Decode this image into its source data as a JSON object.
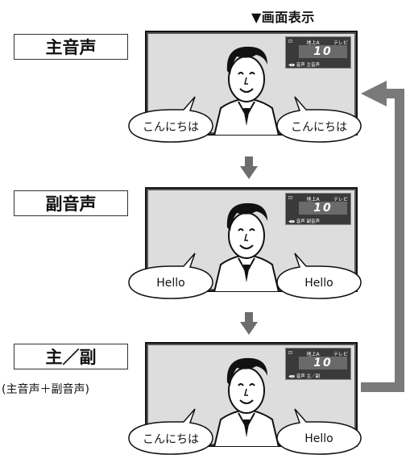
{
  "header": "▼画面表示",
  "modes": [
    {
      "label": "主音声",
      "osd_top": "地上A",
      "osd_kind": "テレビ",
      "channel": "10",
      "audio": "音声 主音声",
      "bubble_left": "こんにちは",
      "bubble_right": "こんにちは"
    },
    {
      "label": "副音声",
      "osd_top": "地上A",
      "osd_kind": "テレビ",
      "channel": "10",
      "audio": "音声 副音声",
      "bubble_left": "Hello",
      "bubble_right": "Hello"
    },
    {
      "label": "主／副",
      "sublabel": "(主音声＋副音声)",
      "osd_top": "地上A",
      "osd_kind": "テレビ",
      "channel": "10",
      "audio": "音声 主／副",
      "bubble_left": "こんにちは",
      "bubble_right": "Hello"
    }
  ],
  "icons": [
    "arrow-down-icon",
    "loop-arrow-icon",
    "person-illustration"
  ]
}
